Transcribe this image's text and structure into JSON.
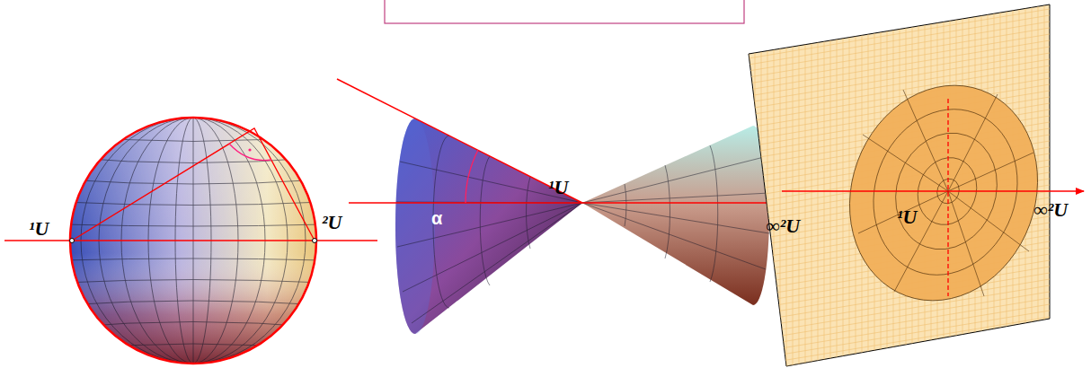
{
  "diagram": {
    "labels": [
      "¹U",
      "²U",
      "α",
      "¹U",
      "∞²U",
      "¹U",
      "∞²U"
    ]
  }
}
